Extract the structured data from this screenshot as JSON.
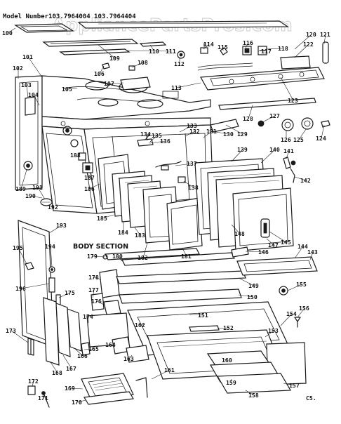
{
  "header": {
    "model_text": "Model Number103.7964004 103.7964404"
  },
  "watermark": {
    "text": "AppliancePartsPros.com"
  },
  "section_label": "BODY SECTION",
  "corner_code": "C5.",
  "callouts": [
    "100",
    "101",
    "102",
    "103",
    "104",
    "105",
    "106",
    "107",
    "108",
    "109",
    "110",
    "111",
    "112",
    "113",
    "114",
    "115",
    "116",
    "117",
    "118",
    "120",
    "121",
    "122",
    "123",
    "124",
    "125",
    "126",
    "127",
    "128",
    "129",
    "130",
    "131",
    "132",
    "133",
    "134",
    "135",
    "136",
    "137",
    "138",
    "139",
    "140",
    "141",
    "142",
    "143",
    "144",
    "145",
    "146",
    "147",
    "148",
    "149",
    "150",
    "151",
    "152",
    "153",
    "154",
    "155",
    "156",
    "157",
    "158",
    "159",
    "160",
    "161",
    "162",
    "163",
    "164",
    "165",
    "166",
    "167",
    "168",
    "169",
    "170",
    "171",
    "172",
    "173",
    "174",
    "175",
    "176",
    "177",
    "178",
    "179",
    "180",
    "181",
    "182",
    "183",
    "184",
    "185",
    "186",
    "187",
    "188",
    "189",
    "190",
    "191",
    "192",
    "193",
    "194",
    "195",
    "196"
  ]
}
